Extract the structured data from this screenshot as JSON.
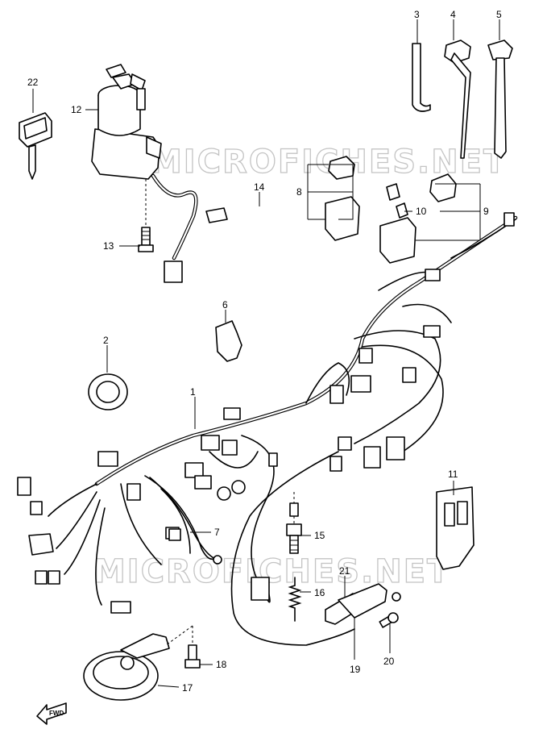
{
  "watermark": "MICROFICHES.NET",
  "fwd_label": "FWD",
  "callouts": {
    "c1": "1",
    "c2": "2",
    "c3": "3",
    "c4": "4",
    "c5": "5",
    "c6": "6",
    "c7": "7",
    "c8": "8",
    "c9": "9",
    "c10": "10",
    "c11": "11",
    "c12": "12",
    "c13": "13",
    "c14": "14",
    "c15": "15",
    "c16": "16",
    "c17": "17",
    "c18": "18",
    "c19": "19",
    "c20": "20",
    "c21": "21",
    "c22": "22"
  }
}
